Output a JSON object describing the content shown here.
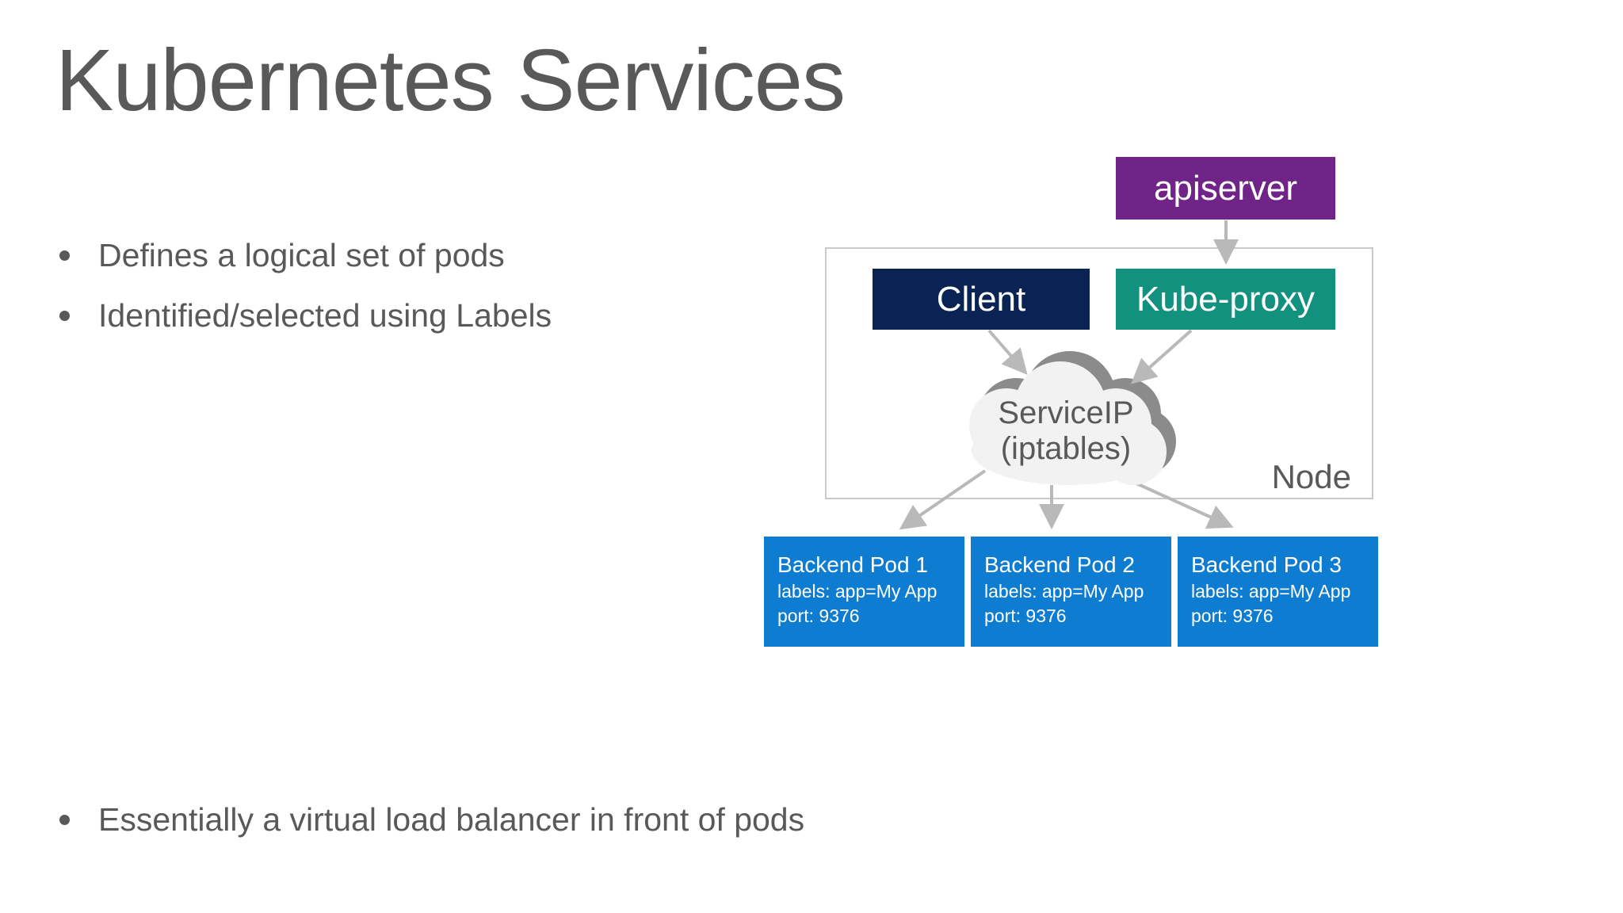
{
  "slide": {
    "title": "Kubernetes Services",
    "bullets": [
      "Defines a logical set of pods",
      "Identified/selected using Labels"
    ],
    "bottom_bullets": [
      "Essentially a virtual load balancer in front of pods"
    ],
    "text_color": "#595959",
    "background_color": "#FFFFFF"
  },
  "diagram": {
    "apiserver": {
      "label": "apiserver",
      "color": "#702488",
      "text_color": "#FFFFFF"
    },
    "client": {
      "label": "Client",
      "color": "#092355",
      "text_color": "#FFFFFF"
    },
    "kube_proxy": {
      "label": "Kube-proxy",
      "color": "#12917E",
      "text_color": "#FFFFFF"
    },
    "node": {
      "label": "Node",
      "border_color": "#C9C9C9",
      "label_color": "#595959"
    },
    "service_cloud": {
      "line1": "ServiceIP",
      "line2": "(iptables)",
      "fill_color": "#F2F2F2",
      "shadow_color": "#8B8B8B",
      "text_color": "#595959"
    },
    "pods": [
      {
        "title": "Backend Pod 1",
        "labels": "labels: app=My App",
        "port": "port: 9376"
      },
      {
        "title": "Backend Pod 2",
        "labels": "labels: app=My App",
        "port": "port: 9376"
      },
      {
        "title": "Backend Pod 3",
        "labels": "labels: app=My App",
        "port": "port: 9376"
      }
    ],
    "pod_color": "#0E7CD1",
    "pod_text_color": "#FFFFFF",
    "arrow_color": "#B9B9B9"
  }
}
